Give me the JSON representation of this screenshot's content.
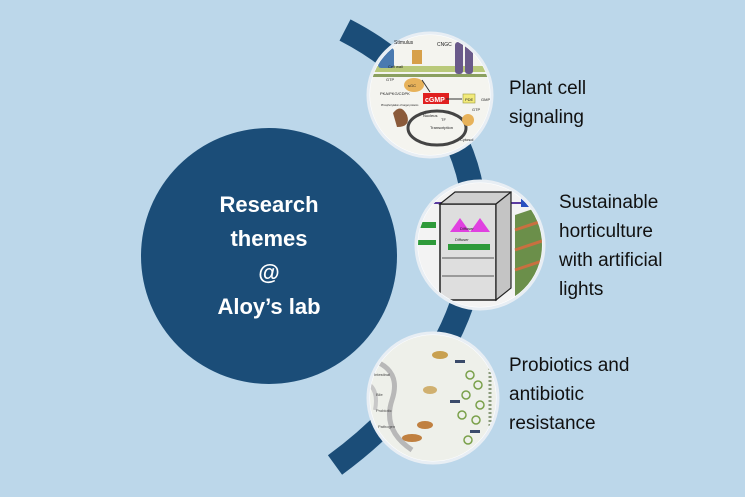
{
  "hub": {
    "line1": "Research",
    "line2": "themes",
    "line3": "@",
    "line4": "Aloy’s lab"
  },
  "themes": [
    {
      "title_lines": [
        "Plant cell",
        "signaling"
      ],
      "thumbnail_labels": [
        "Stimulus",
        "CNGC",
        "Cell wall",
        "GTP",
        "sGC",
        "PKA/PKG/CDPK",
        "cGMP",
        "PDE",
        "GMP",
        "Phosphorylation of target proteins",
        "Nucleus",
        "TF",
        "Transcription",
        "GTP",
        "Cytosol"
      ]
    },
    {
      "title_lines": [
        "Sustainable",
        "horticulture",
        "with artificial",
        "lights"
      ],
      "thumbnail_labels": [
        "Diffuser",
        "Diffuser"
      ]
    },
    {
      "title_lines": [
        "Probiotics and",
        "antibiotic",
        "resistance"
      ],
      "thumbnail_labels": [
        "Intestinal",
        "Bile",
        "Probiotic",
        "Pathogen"
      ]
    }
  ],
  "colors": {
    "background": "#bcd7ea",
    "hub": "#1b4d78",
    "arc": "#1b4d78",
    "cgmp_box": "#e02020",
    "led_magenta": "#e040e0",
    "plant_green": "#2e9a3a"
  }
}
